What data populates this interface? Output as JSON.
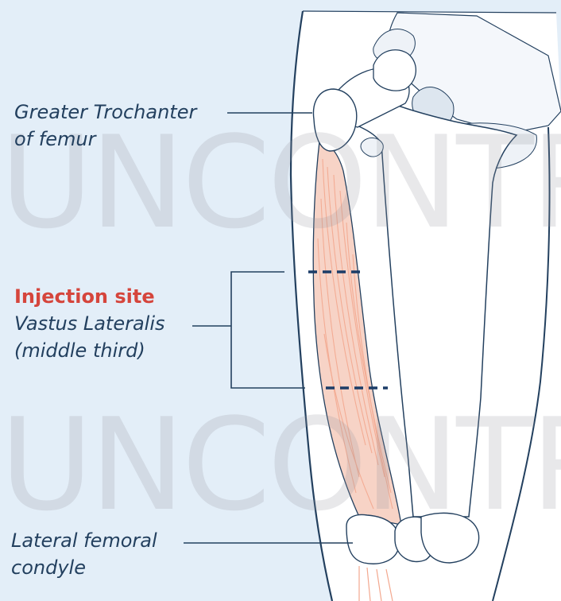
{
  "watermark": "UNCONTROLLED",
  "labels": {
    "trochanter": {
      "line1": "Greater Trochanter",
      "line2": "of femur"
    },
    "injection": {
      "title": "Injection site",
      "line1": "Vastus Lateralis",
      "line2": "(middle third)"
    },
    "condyle": {
      "line1": "Lateral femoral",
      "line2": "condyle"
    }
  },
  "colors": {
    "background": "#e3eef8",
    "outline": "#23405f",
    "injection_accent": "#d5453c",
    "muscle": "#f3b9a6",
    "bone": "#ffffff",
    "bone_shadow": "#dde6ef",
    "dash": "#1c3d68"
  }
}
